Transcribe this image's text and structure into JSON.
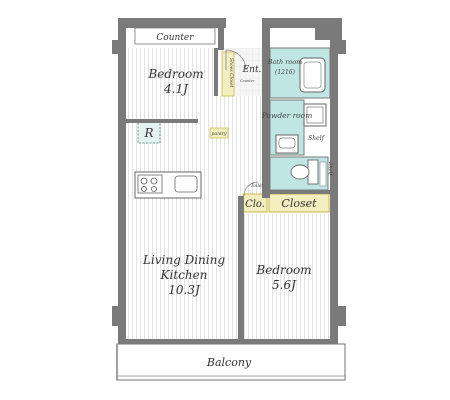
{
  "floorplan": {
    "labels": {
      "counter": "Counter",
      "bedroom_small_name": "Bedroom",
      "bedroom_small_size": "4.1J",
      "shoes_closet": "Shoes Closet",
      "ent": "Ent.",
      "bath_room": "Bath room",
      "bath_size": "(1216)",
      "powder_room": "Powder room",
      "shelf_right": "Shelf",
      "shelf_vertical": "Shelf",
      "refrigerator": "R",
      "pantry": "pantry",
      "toilet_label": "Toilet",
      "clo": "Clo.",
      "closet": "Closet",
      "ldk_line1": "Living Dining",
      "ldk_line2": "Kitchen",
      "ldk_size": "10.3J",
      "bedroom_large_name": "Bedroom",
      "bedroom_large_size": "5.6J",
      "balcony": "Balcony",
      "counter_small": "Counter"
    },
    "colors": {
      "wall": "#7a7a7a",
      "wall_dark": "#6d6d6d",
      "floor_line": "#cfcfcf",
      "wet_area": "#bfe6e3",
      "closet_fill": "#f3eec0",
      "closet_border": "#c9b94a",
      "refrigerator_fill": "#e4f3ef",
      "tile": "#f7f7f7"
    }
  }
}
